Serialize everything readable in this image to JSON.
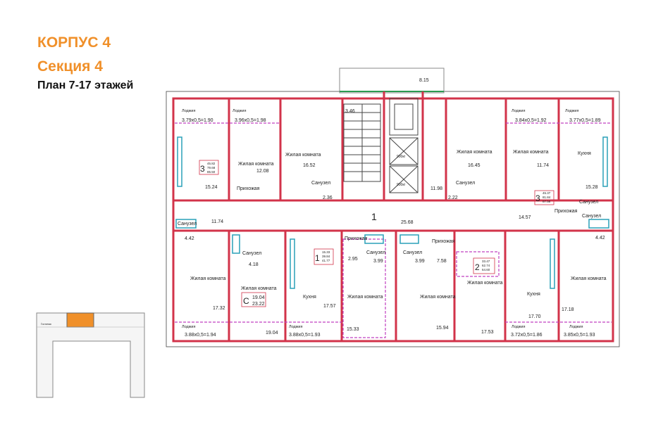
{
  "header": {
    "line1": "КОРПУС 4",
    "line2": "Секция 4",
    "line3": "План 7-17 этажей"
  },
  "colors": {
    "accent": "#f0902a",
    "wall": "#d2334a",
    "balcony": "#c040c0",
    "text": "#222222"
  },
  "labels": {
    "l_lodzh1": "Лоджия",
    "l_lodzh2": "Лоджия",
    "l_lodzh3": "Лоджия",
    "l_lodzh4": "Лоджия",
    "l_lodzh5": "Лоджия",
    "l_lodzh6": "Лоджия",
    "l_lodzh7": "Лоджия",
    "l_lodzh8": "Лоджия",
    "lodzh_tl": "3.79x0,5=1.90",
    "lodzh_tl2": "3.96x0,5=1.98",
    "lodzh_tr1": "3.84x0,5=1.92",
    "lodzh_tr2": "3.77x0,5=1.89",
    "top_balc": "8.15",
    "stair_area": "3.46",
    "bl1": "3.88x0,5=1.94",
    "bl2": "3.88x0,5=1.93",
    "bl3": "3.72x0,5=1.86",
    "bl4": "3.85x0,5=1.93",
    "zk1": "Жилая комната",
    "zk2": "Жилая комната",
    "zk3": "Жилая комната",
    "zk4": "Жилая комната",
    "zk5": "Жилая комната",
    "zk6": "Жилая комната",
    "zk7": "Жилая комната",
    "zk8": "Жилая комната",
    "zk9": "Жилая комната",
    "k1": "Кухня",
    "k2": "Кухня",
    "k3": "Кухня",
    "s1": "Санузел",
    "s2": "Санузел",
    "s3": "Санузел",
    "s4": "Санузел",
    "s5": "Санузел",
    "s6": "Санузел",
    "s7": "Санузел",
    "s8": "Санузел",
    "p1": "Прихожая",
    "p2": "Прихожая",
    "p3": "Прихожая",
    "p4": "Прихожая",
    "a1": "15.24",
    "a2": "12.08",
    "a3": "16.52",
    "a4": "2.36",
    "a5": "11.74",
    "a6": "4.42",
    "a7": "11.98",
    "a8": "16.45",
    "a9": "11.74",
    "a10": "2.22",
    "a11": "15.28",
    "a12": "14.57",
    "a13": "4.42",
    "a14": "25.68",
    "a15": "4.18",
    "a16": "17.32",
    "a17": "19.04",
    "a18": "17.57",
    "a19": "2.95",
    "a20": "3.99",
    "a21": "3.99",
    "a22": "7.58",
    "a23": "15.33",
    "a24": "15.94",
    "a25": "17.53",
    "a26": "17.70",
    "a27": "17.18",
    "apt3a": "3",
    "apt3a_v": [
      "45.82",
      "79.68",
      "85.50"
    ],
    "apt3b": "3",
    "apt3b_v": [
      "45.37",
      "81.84",
      "87.56"
    ],
    "apt1": "1",
    "apt1_v": [
      "15.33",
      "39.84",
      "41.77"
    ],
    "apt2": "2",
    "apt2_v": [
      "33.47",
      "62.74",
      "64.60"
    ],
    "aptC": "C",
    "aptC_v": [
      "19.04",
      "23.22"
    ],
    "section_mark": "1",
    "lift": "900кг",
    "mini": "Гостиная"
  }
}
